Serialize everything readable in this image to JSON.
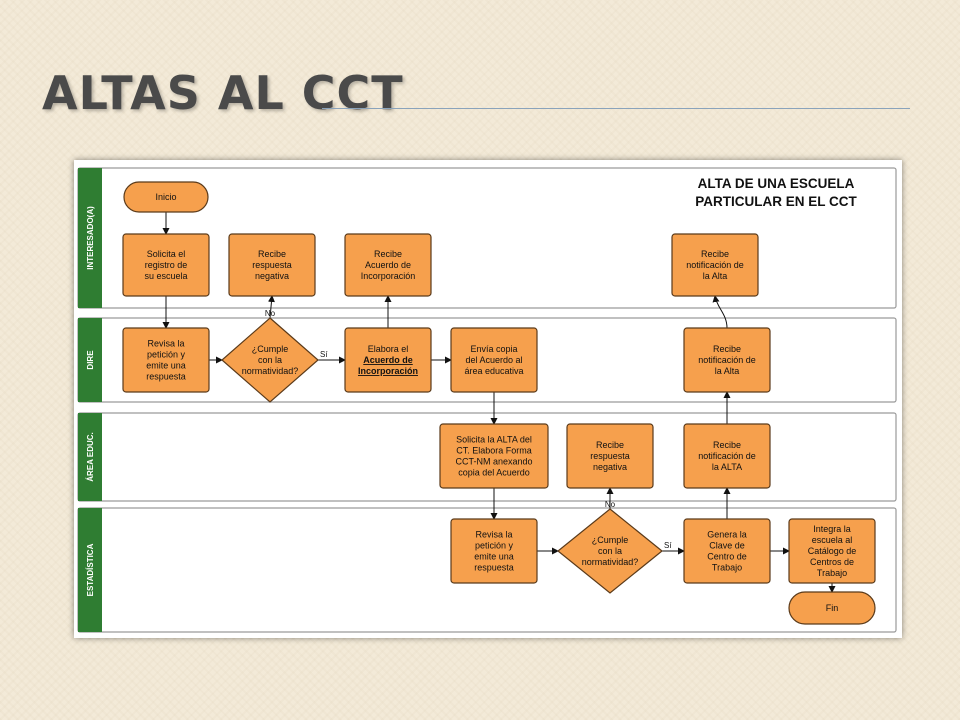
{
  "slide": {
    "title": "ALTAS AL CCT"
  },
  "diagram": {
    "title_lines": [
      "ALTA DE UNA ESCUELA",
      "PARTICULAR EN EL CCT"
    ],
    "colors": {
      "lane_header": "#2f7d32",
      "node_fill": "#f6a04d",
      "node_stroke": "#5a3a1a",
      "lane_border": "#9a9a9a"
    },
    "lanes": [
      {
        "id": "interesado",
        "label": "INTERESADO(A)"
      },
      {
        "id": "dire",
        "label": "DIRE"
      },
      {
        "id": "area",
        "label": "ÁREA EDUC."
      },
      {
        "id": "estadistica",
        "label": "ESTADÍSTICA"
      }
    ],
    "nodes": [
      {
        "id": "inicio",
        "shape": "terminal",
        "lines": [
          "Inicio"
        ]
      },
      {
        "id": "solicita",
        "shape": "process",
        "lines": [
          "Solicita el",
          "registro de",
          "su escuela"
        ]
      },
      {
        "id": "recibe-negativa-1",
        "shape": "process",
        "lines": [
          "Recibe",
          "respuesta",
          "negativa"
        ]
      },
      {
        "id": "recibe-acuerdo",
        "shape": "process",
        "lines": [
          "Recibe",
          "Acuerdo de",
          "Incorporación"
        ]
      },
      {
        "id": "recibe-notif-interesado",
        "shape": "process",
        "lines": [
          "Recibe",
          "notificación de",
          "la Alta"
        ]
      },
      {
        "id": "revisa-dire",
        "shape": "process",
        "lines": [
          "Revisa la",
          "petición y",
          "emite una",
          "respuesta"
        ]
      },
      {
        "id": "cumple-dire",
        "shape": "decision",
        "lines": [
          "¿Cumple",
          "con la",
          "normatividad?"
        ]
      },
      {
        "id": "elabora-acuerdo",
        "shape": "process",
        "lines": [
          "Elabora el",
          "Acuerdo de",
          "Incorporación"
        ],
        "bold_lines": [
          1,
          2
        ]
      },
      {
        "id": "envia-copia",
        "shape": "process",
        "lines": [
          "Envía copia",
          "del Acuerdo al",
          "área educativa"
        ]
      },
      {
        "id": "recibe-notif-dire",
        "shape": "process",
        "lines": [
          "Recibe",
          "notificación de",
          "la Alta"
        ]
      },
      {
        "id": "solicita-alta",
        "shape": "process",
        "lines": [
          "Solicita la ALTA del",
          "CT. Elabora Forma",
          "CCT-NM anexando",
          "copia del Acuerdo"
        ]
      },
      {
        "id": "recibe-negativa-2",
        "shape": "process",
        "lines": [
          "Recibe",
          "respuesta",
          "negativa"
        ]
      },
      {
        "id": "recibe-notif-area",
        "shape": "process",
        "lines": [
          "Recibe",
          "notificación de",
          "la ALTA"
        ]
      },
      {
        "id": "revisa-est",
        "shape": "process",
        "lines": [
          "Revisa la",
          "petición y",
          "emite una",
          "respuesta"
        ]
      },
      {
        "id": "cumple-est",
        "shape": "decision",
        "lines": [
          "¿Cumple",
          "con la",
          "normatividad?"
        ]
      },
      {
        "id": "genera-clave",
        "shape": "process",
        "lines": [
          "Genera la",
          "Clave de",
          "Centro de",
          "Trabajo"
        ]
      },
      {
        "id": "integra",
        "shape": "process",
        "lines": [
          "Integra la",
          "escuela al",
          "Catálogo de",
          "Centros de",
          "Trabajo"
        ]
      },
      {
        "id": "fin",
        "shape": "terminal",
        "lines": [
          "Fin"
        ]
      }
    ],
    "edges": [
      {
        "from": "inicio",
        "to": "solicita"
      },
      {
        "from": "solicita",
        "to": "revisa-dire"
      },
      {
        "from": "revisa-dire",
        "to": "cumple-dire"
      },
      {
        "from": "cumple-dire",
        "to": "recibe-negativa-1",
        "label": "No"
      },
      {
        "from": "cumple-dire",
        "to": "elabora-acuerdo",
        "label": "Sí"
      },
      {
        "from": "elabora-acuerdo",
        "to": "recibe-acuerdo"
      },
      {
        "from": "elabora-acuerdo",
        "to": "envia-copia"
      },
      {
        "from": "envia-copia",
        "to": "solicita-alta"
      },
      {
        "from": "solicita-alta",
        "to": "revisa-est"
      },
      {
        "from": "revisa-est",
        "to": "cumple-est"
      },
      {
        "from": "cumple-est",
        "to": "recibe-negativa-2",
        "label": "No"
      },
      {
        "from": "cumple-est",
        "to": "genera-clave",
        "label": "Sí"
      },
      {
        "from": "genera-clave",
        "to": "integra"
      },
      {
        "from": "integra",
        "to": "fin"
      },
      {
        "from": "genera-clave",
        "to": "recibe-notif-area"
      },
      {
        "from": "recibe-notif-area",
        "to": "recibe-notif-dire"
      },
      {
        "from": "recibe-notif-dire",
        "to": "recibe-notif-interesado"
      }
    ]
  }
}
